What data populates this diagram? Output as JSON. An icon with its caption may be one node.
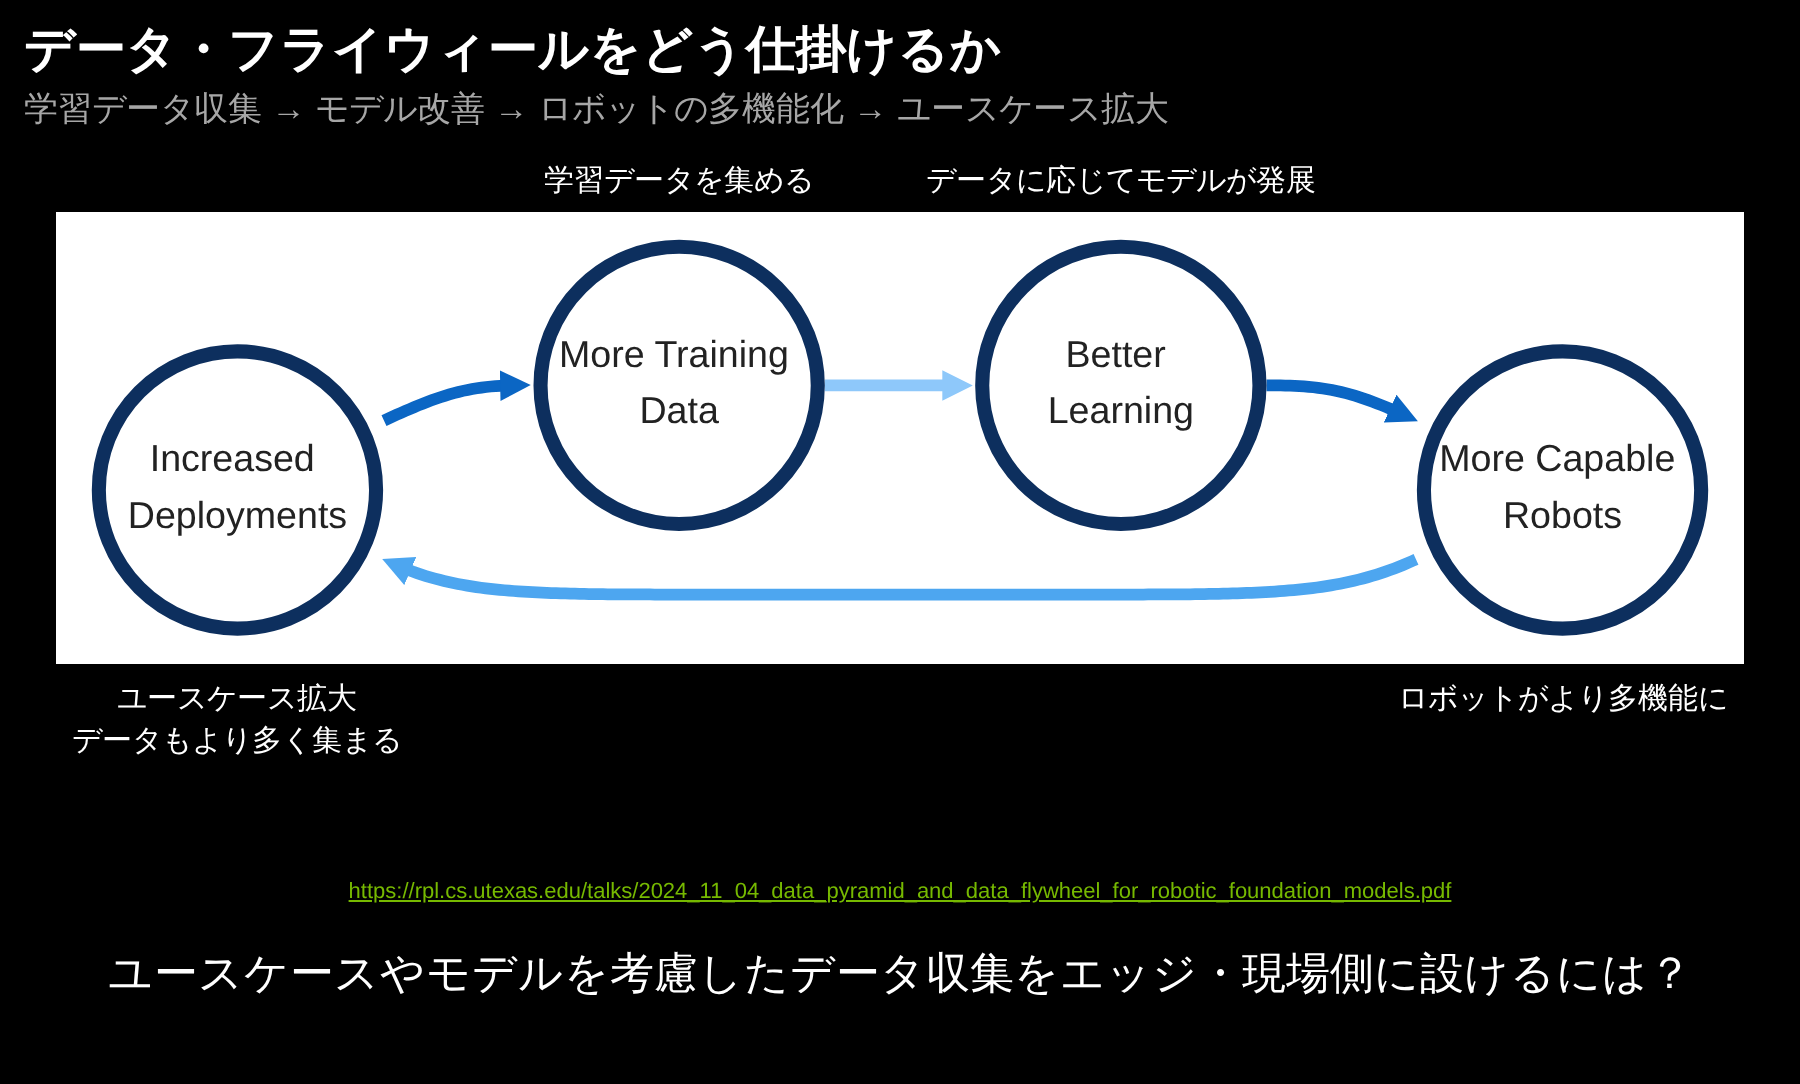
{
  "diagram": {
    "title": "データ・フライウィールをどう仕掛けるか",
    "caption": "ユースケースやモデルを考慮したデータ収集をエッジ・現場側に設けるには？",
    "nodes": [
      {
        "text": [
          "Increased Deployments"
        ],
        "beside": [
          "ユースケース拡大",
          "データもより多く集まる"
        ]
      },
      {
        "text": [
          "More Training Data"
        ],
        "beside": [
          "学習データを集める"
        ]
      },
      {
        "text": [
          "More Capable Robots"
        ],
        "beside": [
          "ロボットがより多機能に"
        ]
      },
      {
        "text": [
          "Better Learning"
        ],
        "beside": [
          "データに応じてモデルが発展"
        ]
      }
    ],
    "edges": [
      {
        "from": 0,
        "to": 1,
        "arrow": "to"
      },
      {
        "from": 1,
        "to": 3,
        "arrow": "to",
        "color": "#8ec8fa"
      },
      {
        "from": 3,
        "to": 2,
        "arrow": "to"
      },
      {
        "from": 2,
        "to": 0,
        "arrow": "to",
        "color": "#4da6f0"
      }
    ],
    "labels": [
      "学習データ収集 → モデル改善 → ロボットの多機能化 → ユースケース拡大",
      "https://rpl.cs.utexas.edu/talks/2024_11_04_data_pyramid_and_data_flywheel_for_robotic_foundation_models.pdf"
    ]
  }
}
